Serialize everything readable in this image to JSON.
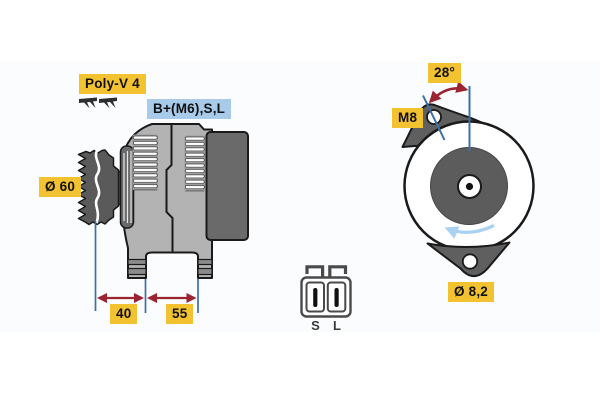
{
  "title": "alternator-technical-diagram",
  "colors": {
    "label_yellow": "#F2C230",
    "label_blue": "#A8CBE9",
    "dimension_red": "#9B2430",
    "dimension_blue": "#3E6FA8",
    "rotation_arrow_blue": "#A9D2F2",
    "body_gray": "#B3B3B3",
    "dark_gray": "#5F5F5F",
    "outline_black": "#1A1A1A",
    "panel_tint": "#FAFCFE"
  },
  "side_view": {
    "belt_type_label": "Poly-V 4",
    "terminals_label": "B+(M6),S,L",
    "pulley_diameter_label": "Ø 60",
    "dimension_a": "40",
    "dimension_b": "55"
  },
  "front_view": {
    "mount_angle_label": "28°",
    "bolt_thread_label": "M8",
    "mount_hole_diameter_label": "Ø 8,2"
  },
  "connector": {
    "terminal_s": "S",
    "terminal_l": "L"
  }
}
